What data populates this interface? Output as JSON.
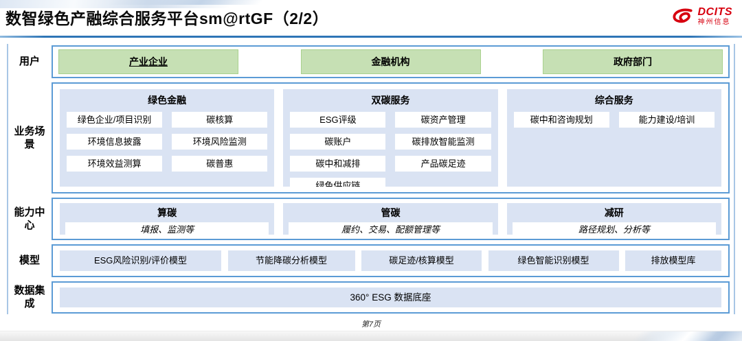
{
  "header": {
    "title": "数智绿色产融综合服务平台sm@rtGF（2/2）"
  },
  "logo": {
    "brand": "DCITS",
    "company": "神州信息"
  },
  "users": {
    "label": "用户",
    "items": [
      "产业企业",
      "金融机构",
      "政府部门"
    ]
  },
  "scenarios": {
    "label": "业务场景",
    "columns": [
      {
        "title": "绿色金融",
        "items": [
          "绿色企业/项目识别",
          "碳核算",
          "环境信息披露",
          "环境风险监测",
          "环境效益测算",
          "碳普惠"
        ]
      },
      {
        "title": "双碳服务",
        "items": [
          "ESG评级",
          "碳资产管理",
          "碳账户",
          "碳排放智能监测",
          "碳中和减排",
          "产品碳足迹",
          "绿色供应链"
        ]
      },
      {
        "title": "综合服务",
        "items": [
          "碳中和咨询规划",
          "能力建设/培训"
        ]
      }
    ]
  },
  "capabilities": {
    "label": "能力中心",
    "columns": [
      {
        "title": "算碳",
        "desc": "填报、监测等"
      },
      {
        "title": "管碳",
        "desc": "履约、交易、配额管理等"
      },
      {
        "title": "减研",
        "desc": "路径规划、分析等"
      }
    ]
  },
  "models": {
    "label": "模型",
    "items": [
      "ESG风险识别/评价模型",
      "节能降碳分析模型",
      "碳足迹/核算模型",
      "绿色智能识别模型",
      "排放模型库"
    ]
  },
  "data_integration": {
    "label": "数据集成",
    "item": "360° ESG 数据底座"
  },
  "footer": {
    "page_number": "第7页"
  },
  "colors": {
    "band_border_blue": "#5B9BD5",
    "panel_blue": "#DAE3F3",
    "user_green": "#C6E0B4",
    "user_green_border": "#A9D18E",
    "title_underline_blue": "#2E75B6",
    "side_line_blue": "#A8C6E5",
    "logo_red": "#D7000F"
  }
}
